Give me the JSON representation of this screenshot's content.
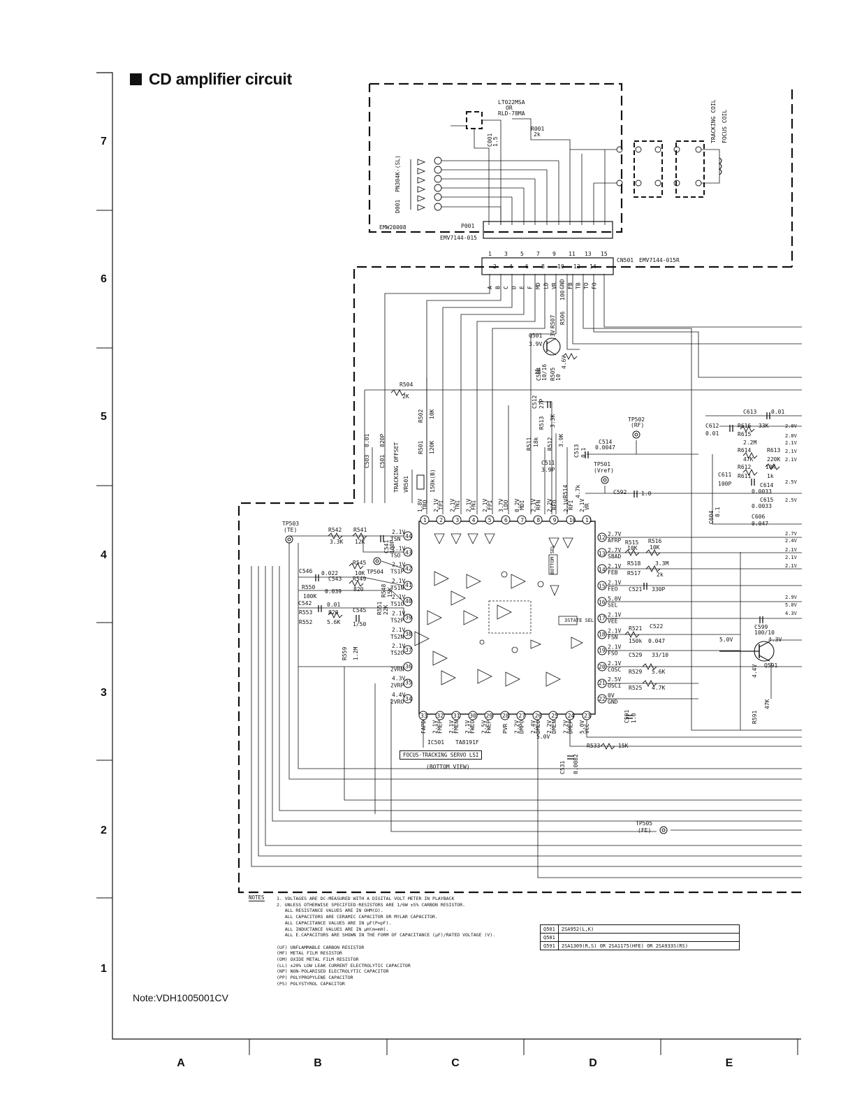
{
  "title": "CD amplifier circuit",
  "note": "Note:VDH1005001CV",
  "row_labels": [
    "7",
    "6",
    "5",
    "4",
    "3",
    "2",
    "1"
  ],
  "col_labels": [
    "A",
    "B",
    "C",
    "D",
    "E"
  ],
  "pickup": {
    "laser": "LT022MSA",
    "laser_or": "OR",
    "laser_alt": "RLD-78MA",
    "photo_diode": "D001",
    "photo_diode_part": "PN304K-(SL)",
    "board": "EMW20008",
    "connector": "P001",
    "connector_part": "EMV7144-015",
    "cap": "C001",
    "cap_value": "1.5",
    "res": "R001",
    "res_value": "2k",
    "tracking_coil": "TRACKING COIL",
    "focus_coil": "FOCUS COIL"
  },
  "cn501": {
    "name": "CN501",
    "part": "EMV7144-015R",
    "pins_top": [
      "1",
      "3",
      "5",
      "7",
      "9",
      "11",
      "13",
      "15"
    ],
    "pins_bottom": [
      "2",
      "4",
      "6",
      "8",
      "10",
      "12",
      "14"
    ],
    "signals": [
      "A",
      "B",
      "C",
      "D",
      "E",
      "F",
      "MD",
      "LD",
      "VR",
      "GND",
      "FB",
      "TB",
      "TO",
      "FO"
    ]
  },
  "ic": {
    "name": "IC501",
    "part": "TA8191F",
    "description": "FOCUS·TRACKING SERVO LSI",
    "view": "(BOTTOM VIEW)",
    "top_pins": [
      {
        "n": "1",
        "name": "TRO",
        "v": "1.8V"
      },
      {
        "n": "2",
        "name": "TPI",
        "v": "2.1V"
      },
      {
        "n": "3",
        "name": "TNI",
        "v": "2.1V"
      },
      {
        "n": "4",
        "name": "FNI",
        "v": "2.1V"
      },
      {
        "n": "5",
        "name": "FPI",
        "v": "2.1V"
      },
      {
        "n": "6",
        "name": "LDO",
        "v": "3.7V"
      },
      {
        "n": "7",
        "name": "MDI",
        "v": "0.2V"
      },
      {
        "n": "8",
        "name": "RFN",
        "v": "2.1V"
      },
      {
        "n": "9",
        "name": "RFO",
        "v": "2.2V"
      },
      {
        "n": "10",
        "name": "RFI",
        "v": "2.1V"
      },
      {
        "n": "11",
        "name": "VR",
        "v": "2.1V"
      }
    ],
    "right_pins": [
      {
        "n": "12",
        "name": "AFRP",
        "v": "2.7V"
      },
      {
        "n": "13",
        "name": "SBAD",
        "v": "2.7V"
      },
      {
        "n": "14",
        "name": "FEB",
        "v": "2.1V"
      },
      {
        "n": "15",
        "name": "FEO",
        "v": "2.1V"
      },
      {
        "n": "16",
        "name": "SEL",
        "v": "5.0V"
      },
      {
        "n": "17",
        "name": "VEE",
        "v": "2.1V"
      },
      {
        "n": "18",
        "name": "FSN",
        "v": "2.1V"
      },
      {
        "n": "19",
        "name": "FSO",
        "v": "2.1V"
      },
      {
        "n": "20",
        "name": "COSC",
        "v": "2.1V"
      },
      {
        "n": "21",
        "name": "OSCI",
        "v": "2.5V"
      },
      {
        "n": "22",
        "name": "GND",
        "v": "0V"
      }
    ],
    "bottom_pins": [
      {
        "n": "33",
        "name": "FAPD",
        "v": ""
      },
      {
        "n": "32",
        "name": "FMEP",
        "v": "2.1V"
      },
      {
        "n": "31",
        "name": "FMEN",
        "v": "2.1V"
      },
      {
        "n": "30",
        "name": "FWEO",
        "v": "2.1V"
      },
      {
        "n": "29",
        "name": "FWEP",
        "v": "2.5V"
      },
      {
        "n": "28",
        "name": "PVR",
        "v": ""
      },
      {
        "n": "27",
        "name": "DMPO",
        "v": "2.2V"
      },
      {
        "n": "26",
        "name": "DMEO",
        "v": "2.4V"
      },
      {
        "n": "25",
        "name": "DMEN",
        "v": "2.2V"
      },
      {
        "n": "24",
        "name": "DMEP",
        "v": "2.2V"
      },
      {
        "n": "23",
        "name": "VCC",
        "v": "5.0V"
      }
    ],
    "left_pins": [
      {
        "n": "44",
        "name": "TSN",
        "v": "2.1V"
      },
      {
        "n": "43",
        "name": "TSO",
        "v": "2.1V"
      },
      {
        "n": "42",
        "name": "TS1P",
        "v": "2.1V"
      },
      {
        "n": "41",
        "name": "TS1N",
        "v": "2.1V"
      },
      {
        "n": "40",
        "name": "TS1O",
        "v": "2.1V"
      },
      {
        "n": "39",
        "name": "TS2P",
        "v": "2.1V"
      },
      {
        "n": "38",
        "name": "TS2N",
        "v": "2.1V"
      },
      {
        "n": "37",
        "name": "TS2O",
        "v": "2.1V"
      },
      {
        "n": "36",
        "name": "2VRN",
        "v": ""
      },
      {
        "n": "35",
        "name": "2VRP",
        "v": "4.3V"
      },
      {
        "n": "34",
        "name": "2VRO",
        "v": "4.4V"
      }
    ]
  },
  "parts": {
    "q501": "Q501",
    "q501_v": "3.9V",
    "q501_v2": "4.6V",
    "r507": "R507",
    "r507_v": "3V",
    "r506": "R506",
    "r506_v": "100",
    "r505": "R505",
    "r505_v": "10",
    "c504": "C504",
    "c504_v": "10/16",
    "r504": "R504",
    "r504_v": "2K",
    "c503": "C503",
    "c503_v": "0.01",
    "c501": "C501",
    "c501_v": "820P",
    "tracking_offset": "TRACKING OFFSET",
    "vr501": "VR501",
    "vr501_v": "150k(B)",
    "r502": "R502",
    "r502_v": "10K",
    "r501": "R501",
    "r501_v": "120K",
    "c512": "C512",
    "c512_v": "27P",
    "r513": "R513",
    "r513_v": "3.3K",
    "r511": "R511",
    "r511_v": "18k",
    "r512": "R512",
    "r512_v": "3.9K",
    "c511": "C511",
    "c511_v": "3.9P",
    "c513": "C513",
    "c513_v": "0.1",
    "r514": "R514",
    "r514_v": "4.7k",
    "c514": "C514",
    "c514_v": "0.0047",
    "tp502": "TP502",
    "tp502_v": "(RF)",
    "tp501": "TP501",
    "tp501_v": "(Vref)",
    "c592": "C592",
    "c592_v": "1.0",
    "tp503": "TP503",
    "tp503_v": "(TE)",
    "r542": "R542",
    "r542_v": "3.3K",
    "r541": "R541",
    "r541_v": "12K",
    "c541": "C541",
    "c541_v": "100P",
    "r545": "R545",
    "r545_v": "10K",
    "tp504": "TP504",
    "c546": "C546",
    "c546_v": "0.022",
    "c543": "C543",
    "c543_v": "0.039",
    "r549": "R549",
    "r549_v": "820",
    "r550": "R550",
    "r550_v": "100K",
    "r548": "R548",
    "r548_v": "15K",
    "r551": "R551",
    "r551_v": "22K",
    "c542": "C542",
    "c542_v": "0.01",
    "r553": "R553",
    "r553_v": "820",
    "r552": "R552",
    "r552_v": "5.6K",
    "c545": "C545",
    "c545_v": "1/50",
    "r559": "R559",
    "r559_v": "1.2M",
    "r515": "R515",
    "r515_v": "10K",
    "r516": "R516",
    "r516_v": "10K",
    "r518": "R518",
    "r518_v": "3.3M",
    "r517": "R517",
    "r517_v": "2k",
    "c521": "C521",
    "c521_v": "330P",
    "r521": "R521",
    "r521_v": "150k",
    "c522": "C522",
    "c522_v": "0.047",
    "c529": "C529",
    "c529_v": "33/10",
    "r529": "R529",
    "r529_v": "5.6K",
    "r525": "R525",
    "r525_v": "4.7K",
    "c591": "C591",
    "c591_v": "1.0",
    "r533": "R533",
    "r533_v": "15K",
    "c531": "C531",
    "c531_v": "0.0082",
    "tp505": "TP505",
    "tp505_v": "(FE)",
    "q591": "Q591",
    "q591_v1": "5.0V",
    "q591_v2": "4.3V",
    "q591_v3": "4.4V",
    "r591": "R591",
    "r591_v": "47K",
    "c599": "C599",
    "c599_v": "100/10",
    "c613": "C613",
    "c613_v": "0.01",
    "c612": "C612",
    "c612_v": "0.01",
    "r616": "R616",
    "r616_v": "33K",
    "r615": "R615",
    "r615_v": "2.2M",
    "r614": "R614",
    "r614_v": "47K",
    "r613": "R613",
    "r613_v": "220K",
    "r612": "R612",
    "r612_v": "10K",
    "c611": "C611",
    "c611_v": "100P",
    "r611": "R611",
    "r611_v": "1k",
    "c614": "C614",
    "c614_v": "0.0033",
    "c615": "C615",
    "c615_v": "0.0033",
    "c604": "C604",
    "c604_v": "0.1",
    "c606": "C606",
    "c606_v": "0.047",
    "sel_3state": "3STATE SEL",
    "botton_sel": "BOTTOM SEL",
    "right_voltages": [
      "2.0V",
      "2.0V",
      "2.1V",
      "2.1V",
      "2.1V",
      "2.5V",
      "2.5V",
      "2.7V",
      "2.4V",
      "2.1V",
      "2.1V",
      "2.1V",
      "2.9V",
      "5.0V",
      "4.3V"
    ]
  },
  "notes_label": "NOTES",
  "notes": [
    "1. VOLTAGES ARE DC-MEASURED WITH A DIGITAL VOLT METER IN PLAYBACK",
    "2. UNLESS OTHERWISE SPECIFIED·RESISTORS ARE 1/6W ±5% CARBON RESISTOR.",
    "   ALL RESISTANCE VALUES ARE IN OHM(Ω).",
    "   ALL CAPACITORS ARE CERAMIC CAPACITOR OR MYLAR CAPACITOR.",
    "   ALL CAPACITANCE VALUES ARE IN μF(P=pF).",
    "   ALL INDUCTANCE VALUES ARE IN μH(m=mH).",
    "   ALL E.CAPACITORS ARE SHOWN IN THE FORM OF CAPACITANCE (μF)/RATED VOLTAGE (V).",
    "",
    "(UF) UNFLAMMABLE CARBON RESISTOR",
    "(MF) METAL FILM RESISTOR",
    "(OM) OXIDE METAL FILM RESISTOR",
    "(LL) ±20% LOW LEAK CURRENT ELECTROLYTIC CAPACITOR",
    "(NP) NON-POLARISED ELECTROLYTIC CAPACITOR",
    "(PP) POLYPROPYLENE CAPACITOR",
    "(PS) POLYSTYROL CAPACITOR"
  ],
  "transistor_table": [
    {
      "ref": "Q501",
      "part": "2SA952(L,K)"
    },
    {
      "ref": "Q581",
      "part": ""
    },
    {
      "ref": "Q591",
      "part": "2SA1309(R,S) OR 2SA1175(HFE) OR 2SA933S(RS)"
    }
  ],
  "colors": {
    "ink": "#111111",
    "paper": "#ffffff"
  }
}
